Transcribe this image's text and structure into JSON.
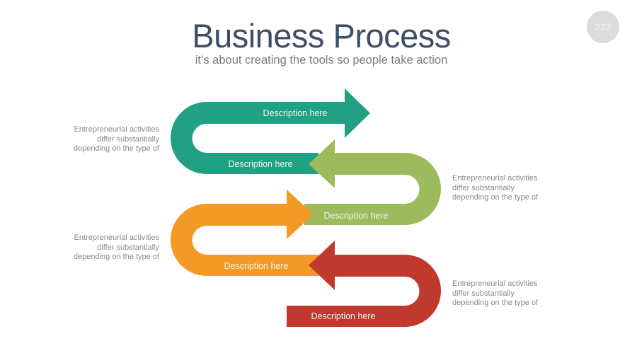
{
  "header": {
    "title": "Business Process",
    "subtitle": "it’s about creating the tools so people take action",
    "page_number": "232"
  },
  "colors": {
    "title": "#3d4f66",
    "teal": "#22a084",
    "green": "#9bbb5c",
    "orange": "#f39a26",
    "red": "#c0392e"
  },
  "steps": [
    {
      "color_name": "teal",
      "top_label": "Description here",
      "bottom_label": "Description here"
    },
    {
      "color_name": "green",
      "top_label": "Description here",
      "bottom_label": "Description here"
    },
    {
      "color_name": "orange",
      "top_label": "Description here",
      "bottom_label": "Description here"
    },
    {
      "color_name": "red",
      "top_label": "Description here",
      "bottom_label": "Description here"
    }
  ],
  "labels": {
    "teal_top": "Description here",
    "teal_bottom": "Description here",
    "green_bottom": "Description here",
    "orange_bottom": "Description here",
    "red_bottom": "Description here"
  },
  "side_notes": [
    {
      "line1": "Entrepreneurial activities",
      "line2": "differ substantially",
      "line3": "depending on the type of"
    },
    {
      "line1": "Entrepreneurial activities",
      "line2": "differ substantially",
      "line3": "depending on the type of"
    },
    {
      "line1": "Entrepreneurial activities",
      "line2": "differ substantially",
      "line3": "depending on the type of"
    },
    {
      "line1": "Entrepreneurial activities",
      "line2": "differ substantially",
      "line3": "depending on the type of"
    }
  ]
}
